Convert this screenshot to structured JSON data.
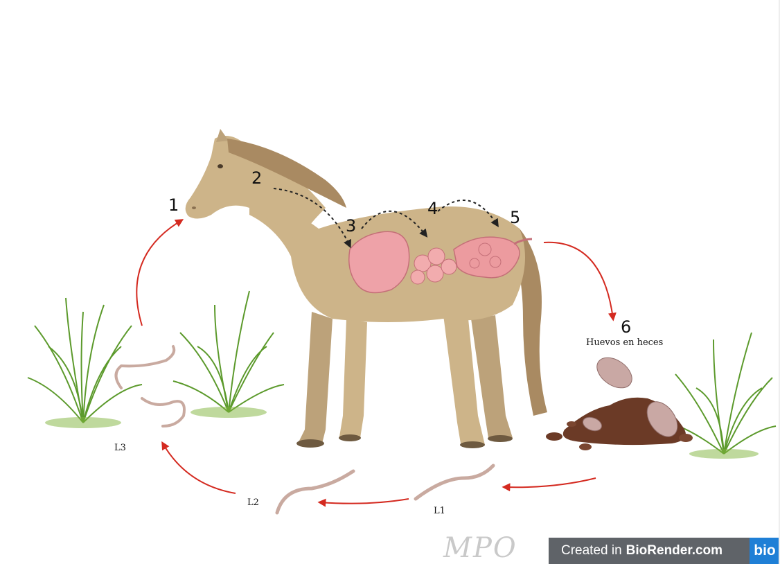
{
  "steps": {
    "s1": "1",
    "s2": "2",
    "s3": "3",
    "s4": "4",
    "s5": "5",
    "s6": "6"
  },
  "labels": {
    "eggs": "Huevos en heces",
    "l1": "L1",
    "l2": "L2",
    "l3": "L3"
  },
  "footer": {
    "created_in": "Created in",
    "brand": "BioRender.com",
    "logo": "bio",
    "signature": "MPO"
  },
  "colors": {
    "arrow": "#d42a20",
    "horse": "#cdb489",
    "mane": "#a98a62",
    "organ": "#eea2a8",
    "grass": "#5c9a2c",
    "feces": "#6b3a26",
    "larva": "#c9aaa0"
  }
}
